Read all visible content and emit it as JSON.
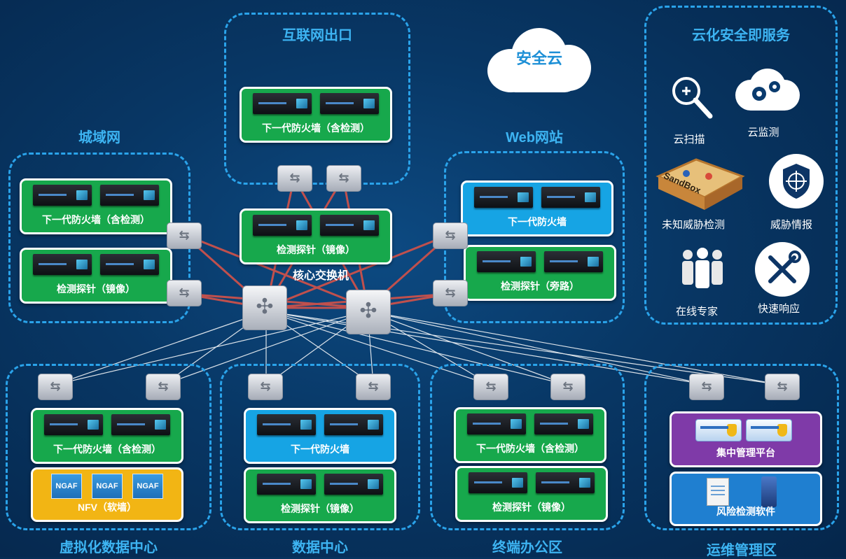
{
  "zones": {
    "internet": "互联网出口",
    "metro": "城域网",
    "web": "Web网站",
    "cloud_service": "云化安全即服务",
    "virtual_dc": "虚拟化数据中心",
    "data_center": "数据中心",
    "office": "终端办公区",
    "ops": "运维管理区"
  },
  "cloud": {
    "label": "安全云"
  },
  "core": {
    "label": "核心交换机"
  },
  "devices": {
    "internet_fw": "下一代防火墙（含检测）",
    "core_probe": "检测探针（镜像）",
    "metro_fw": "下一代防火墙（含检测）",
    "metro_probe": "检测探针（镜像）",
    "web_fw": "下一代防火墙",
    "web_probe": "检测探针（旁路）",
    "vdc_fw": "下一代防火墙（含检测）",
    "vdc_nfv": "NFV（软墙）",
    "dc_fw": "下一代防火墙",
    "dc_probe": "检测探针（镜像）",
    "office_fw": "下一代防火墙（含检测）",
    "office_probe": "检测探针（镜像）",
    "ops_platform": "集中管理平台",
    "ops_software": "风险检测软件"
  },
  "ngaf_label": "NGAF",
  "sandbox_label": "SandBox",
  "services": {
    "scan": "云扫描",
    "monitor": "云监测",
    "unknown": "未知威胁检测",
    "intel": "威胁情报",
    "expert": "在线专家",
    "response": "快速响应"
  },
  "icons": [
    "magnifier-icon",
    "gears-cloud-icon",
    "sandbox-icon",
    "crosshair-shield-icon",
    "people-icon",
    "wrench-screwdriver-icon"
  ]
}
